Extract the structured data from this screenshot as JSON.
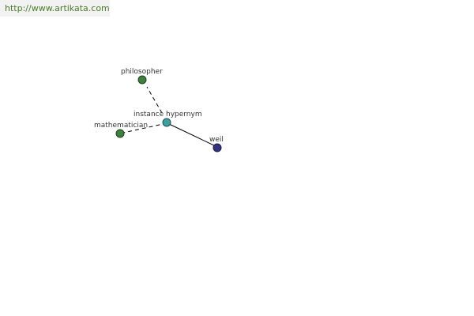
{
  "watermark": {
    "url": "http://www.artikata.com",
    "text_color": "#4b7a2b",
    "background": "#f2f2f2"
  },
  "graph": {
    "center_label": "instance hypernym",
    "nodes": [
      {
        "id": "philosopher",
        "label": "philosopher",
        "color": "#3f7f3f"
      },
      {
        "id": "mathematician",
        "label": "mathematician",
        "color": "#3f7f3f"
      },
      {
        "id": "hub",
        "label": "instance hypernym",
        "color": "#3f9f9f"
      },
      {
        "id": "weil",
        "label": "weil",
        "color": "#33337f"
      }
    ],
    "edges": [
      {
        "from": "hub",
        "to": "philosopher",
        "style": "dashed"
      },
      {
        "from": "hub",
        "to": "mathematician",
        "style": "dashed"
      },
      {
        "from": "hub",
        "to": "weil",
        "style": "solid"
      }
    ]
  }
}
